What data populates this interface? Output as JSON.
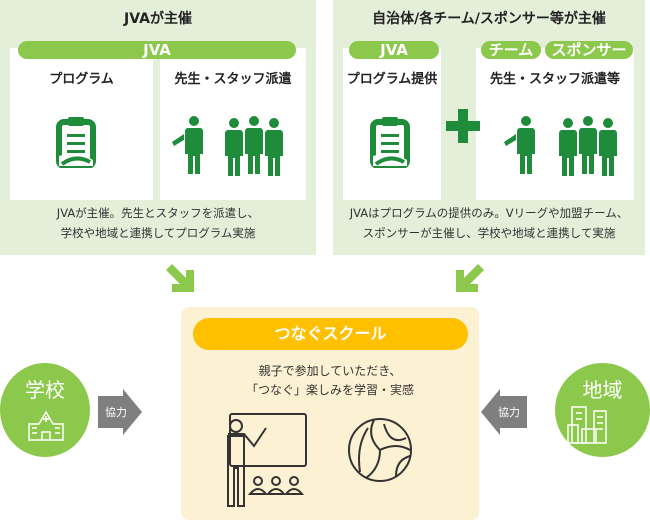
{
  "left_panel": {
    "title": "JVAが主催",
    "pill": "JVA",
    "col1_title": "プログラム",
    "col2_title": "先生・スタッフ派遣",
    "desc_line1": "JVAが主催。先生とスタッフを派遣し、",
    "desc_line2": "学校や地域と連携してプログラム実施"
  },
  "right_panel": {
    "title": "自治体/各チーム/スポンサー等が主催",
    "pill_jva": "JVA",
    "pill_team": "チーム",
    "pill_sponsor": "スポンサー",
    "col1_title": "プログラム提供",
    "col2_title": "先生・スタッフ派遣等",
    "desc_line1": "JVAはプログラムの提供のみ。Vリーグや加盟チーム、",
    "desc_line2": "スポンサーが主催し、学校や地域と連携して実施"
  },
  "center": {
    "title": "つなぐスクール",
    "line1": "親子で参加していただき、",
    "line2": "「つなぐ」楽しみを学習・実感"
  },
  "school": {
    "label": "学校",
    "arrow_label": "協力"
  },
  "region": {
    "label": "地域",
    "arrow_label": "協力"
  },
  "colors": {
    "light_green": "#8cc84b",
    "dark_green": "#1e8c3a",
    "panel_bg": "#e4efd9",
    "orange": "#ffc000",
    "cream": "#fdf1d3"
  }
}
